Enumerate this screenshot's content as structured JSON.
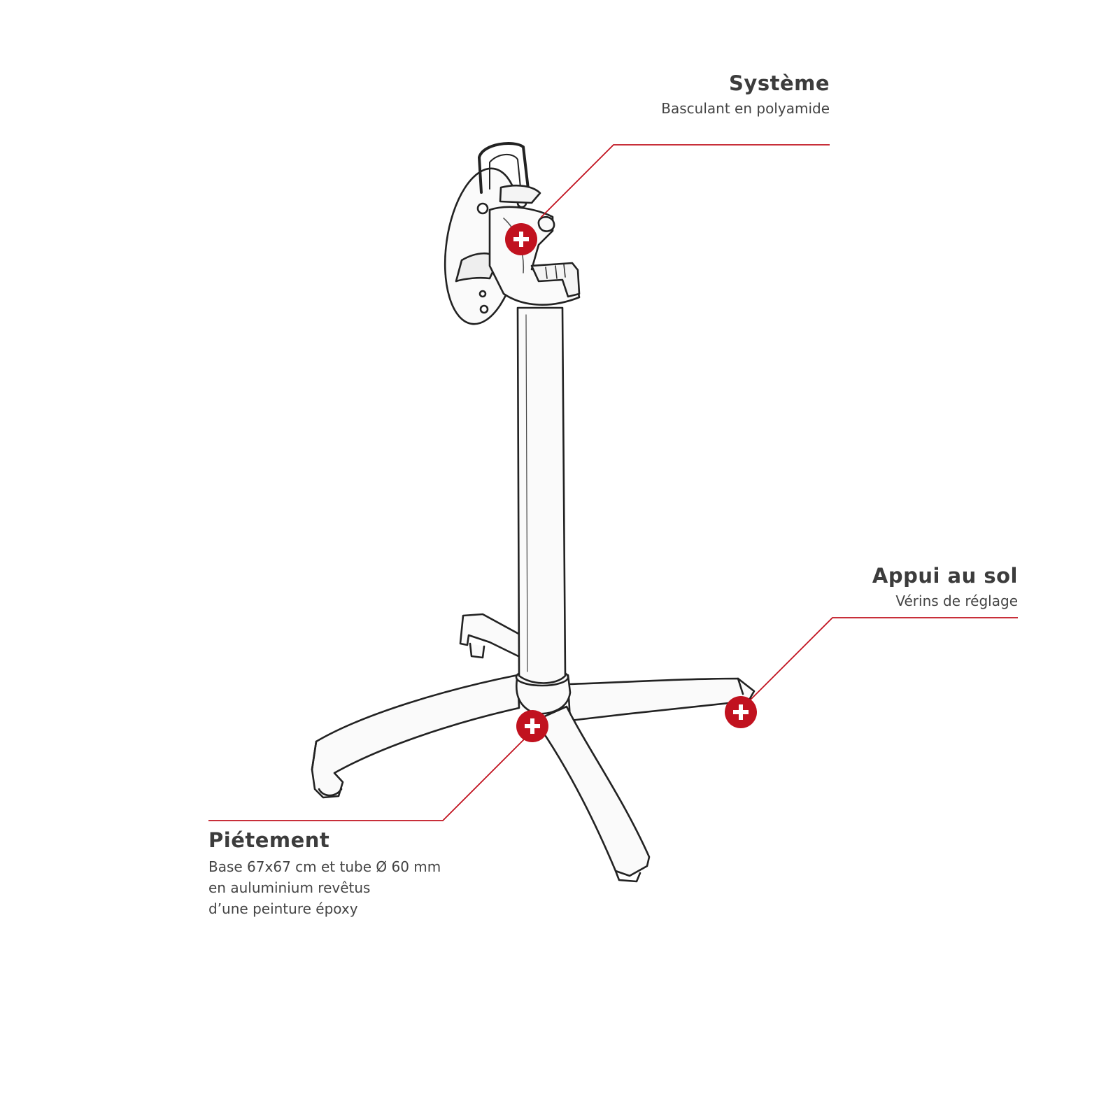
{
  "colors": {
    "accent": "#c1121f",
    "text": "#3c3c3c",
    "outline": "#222222",
    "background": "#ffffff"
  },
  "callouts": {
    "systeme": {
      "title": "Système",
      "subtitle": "Basculant en polyamide",
      "icon": "plus-icon"
    },
    "appui": {
      "title": "Appui au sol",
      "subtitle": "Vérins de réglage",
      "icon": "plus-icon"
    },
    "pietement": {
      "title": "Piétement",
      "lines": [
        "Base 67x67 cm et tube Ø 60 mm",
        "en auluminium revêtus",
        "d’une peinture époxy"
      ],
      "icon": "plus-icon"
    }
  }
}
